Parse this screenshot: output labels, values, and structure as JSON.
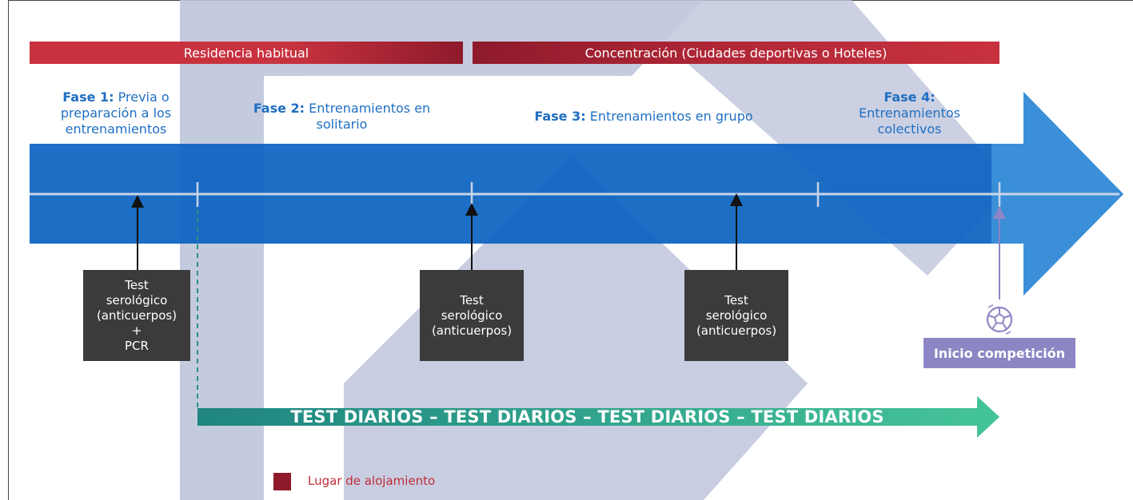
{
  "bands": {
    "left": "Residencia habitual",
    "right": "Concentración (Ciudades deportivas o Hoteles)"
  },
  "phases": [
    {
      "bold": "Fase 1:",
      "text": " Previa o preparación a los entrenamientos"
    },
    {
      "bold": "Fase 2:",
      "text": " Entrenamientos en solitario"
    },
    {
      "bold": "Fase 3:",
      "text": " Entrenamientos en grupo"
    },
    {
      "bold": "Fase 4:",
      "text": "Entrenamientos colectivos"
    }
  ],
  "tests": [
    "Test\nserológico\n(anticuerpos)\n+\nPCR",
    "Test\nserológico\n(anticuerpos)",
    "Test\nserológico\n(anticuerpos)"
  ],
  "inicio": "Inicio competición",
  "diarios": "TEST DIARIOS – TEST DIARIOS – TEST DIARIOS – TEST DIARIOS",
  "legend": "Lugar de alojamiento",
  "colors": {
    "band_red": "#c8323f",
    "band_dark": "#8e1a2b",
    "arrow_blue": "#0a62c0",
    "arrow_light": "#3f95db",
    "teal": "#2b8f87",
    "inicio": "#8c86c4",
    "test_box": "#3b3b3b"
  },
  "icons": {
    "ball": "football-icon"
  }
}
